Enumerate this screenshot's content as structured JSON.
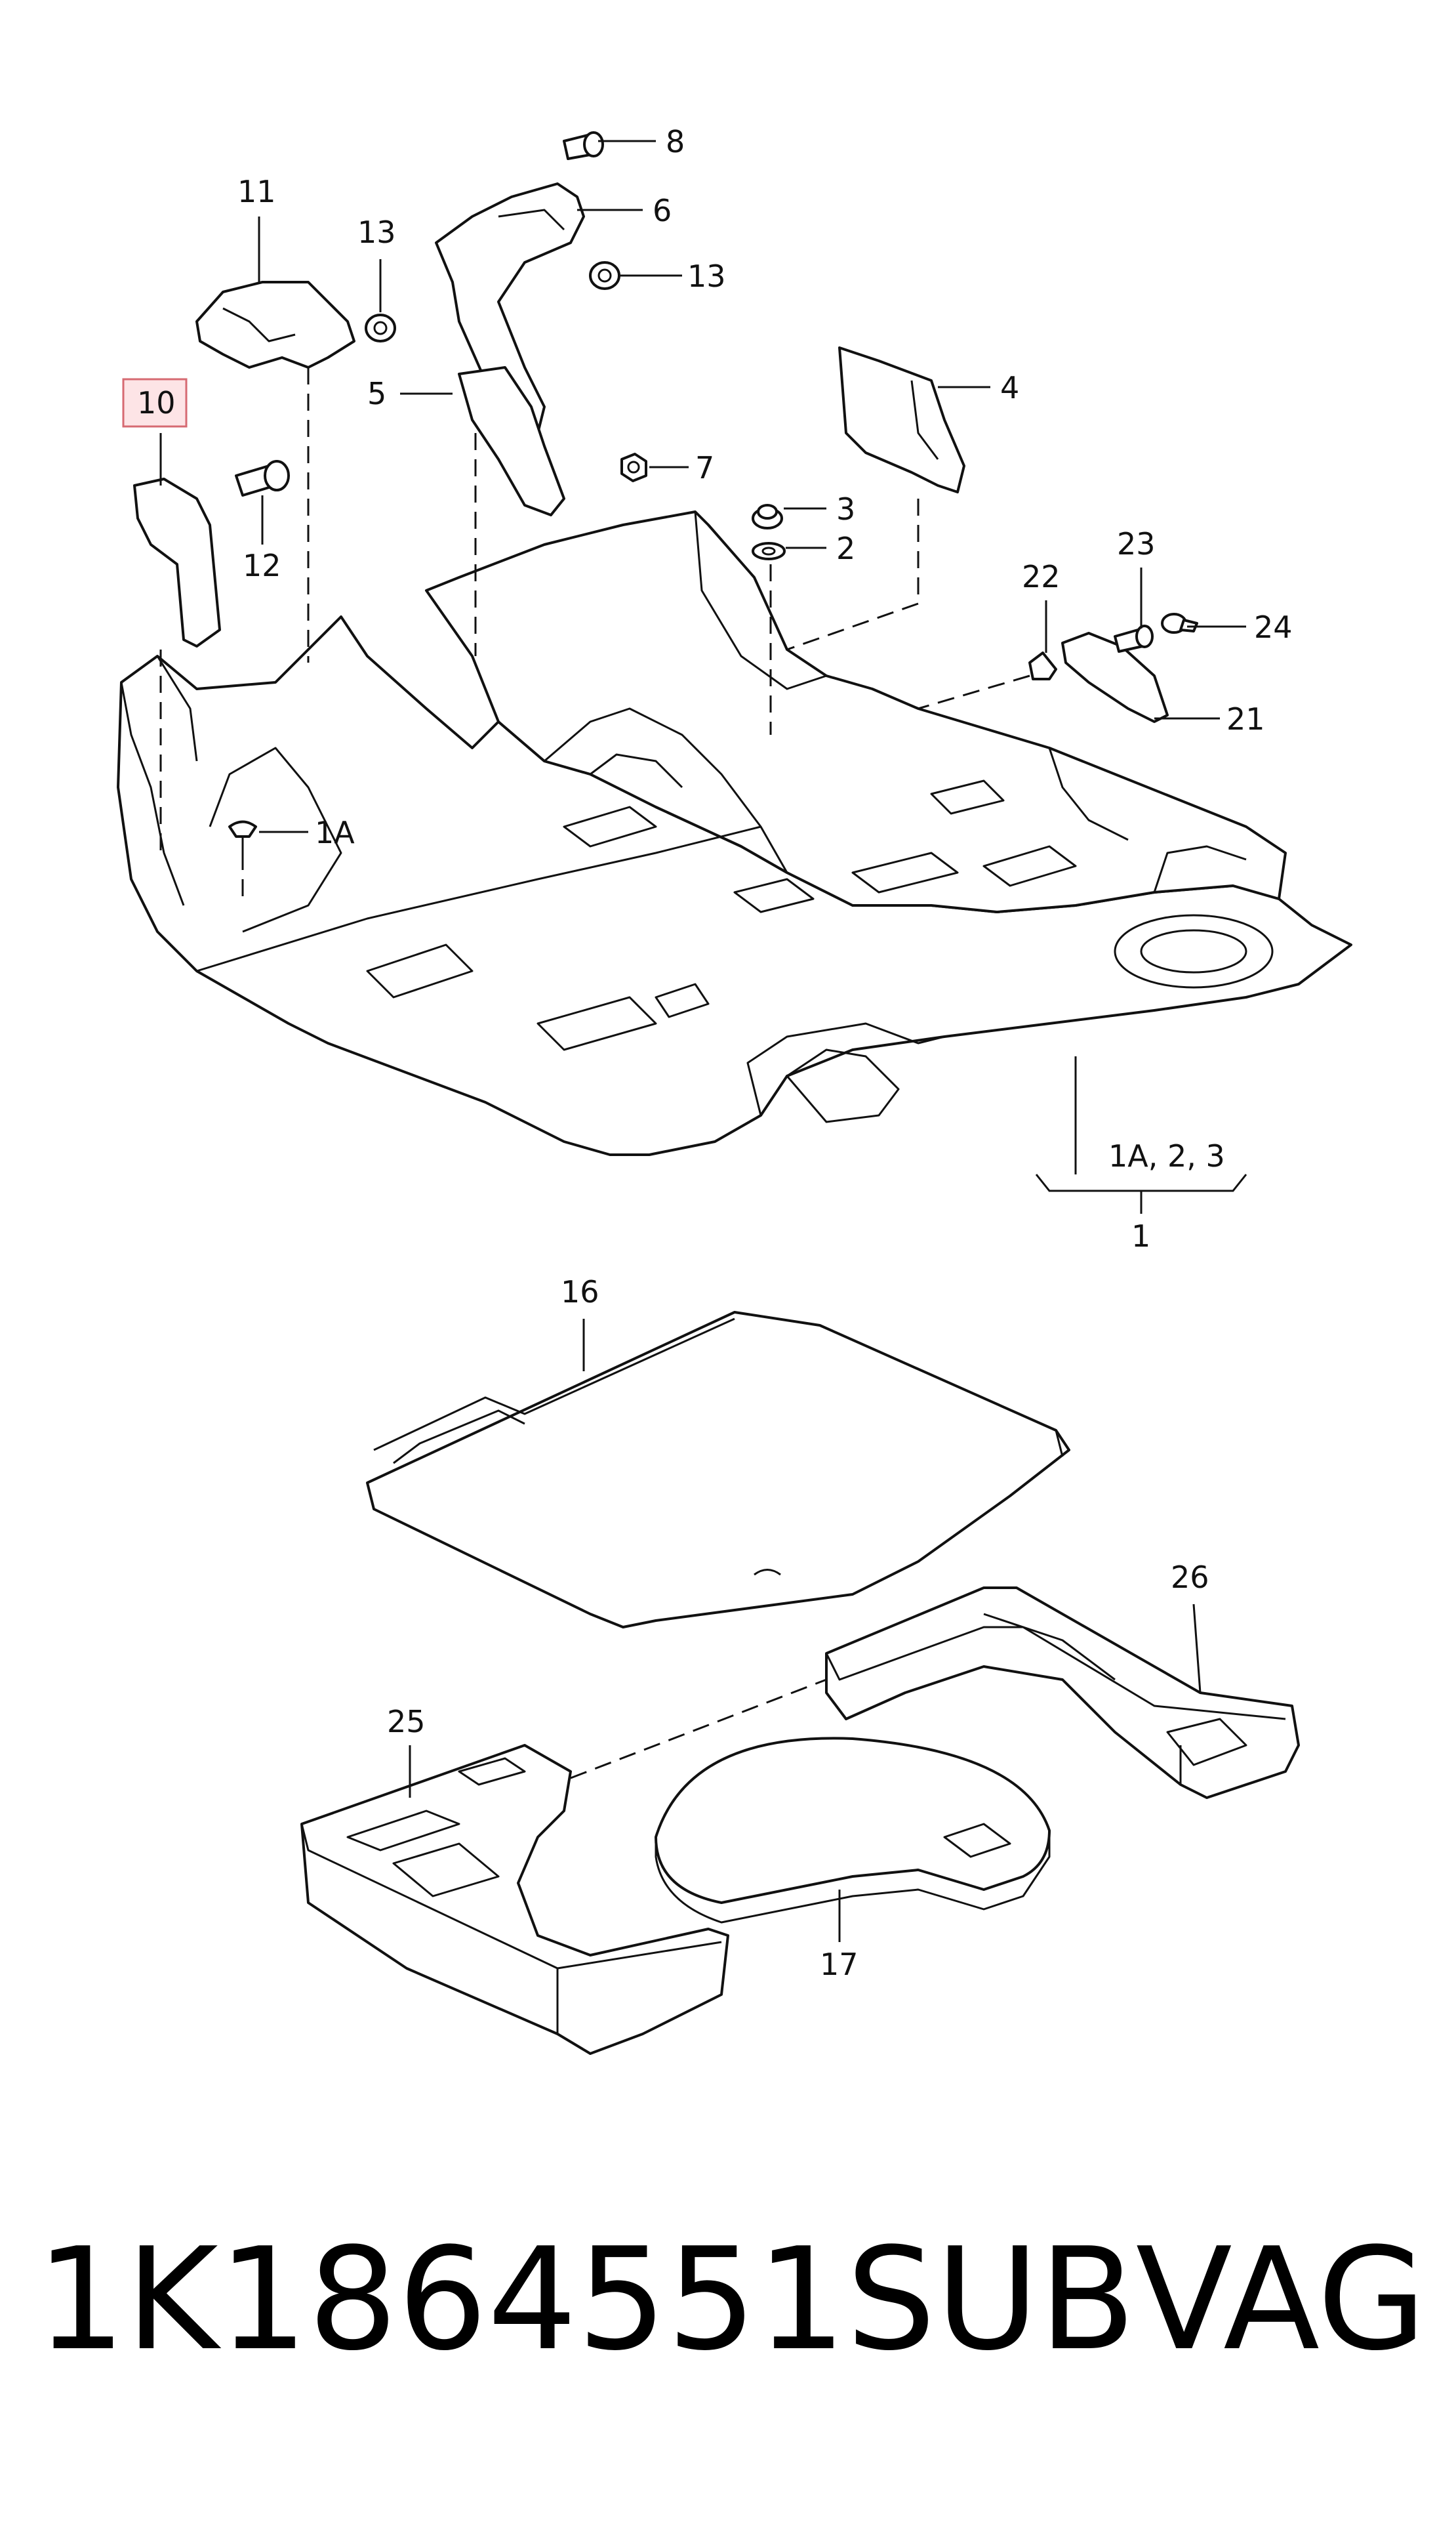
{
  "callouts": {
    "c1": "1",
    "c1A_left": "1A",
    "c1A_group": "1A, 2, 3",
    "c2": "2",
    "c3": "3",
    "c4": "4",
    "c5": "5",
    "c6": "6",
    "c7": "7",
    "c8": "8",
    "c10": "10",
    "c11": "11",
    "c12": "12",
    "c13a": "13",
    "c13b": "13",
    "c16": "16",
    "c17": "17",
    "c21": "21",
    "c22": "22",
    "c23": "23",
    "c24": "24",
    "c25": "25",
    "c26": "26"
  },
  "highlight": {
    "callout": "10",
    "fill": "#fde4e6",
    "border": "#d66a72"
  },
  "footer": {
    "part_number": "1K1864551SUB",
    "brand": "VAG"
  }
}
